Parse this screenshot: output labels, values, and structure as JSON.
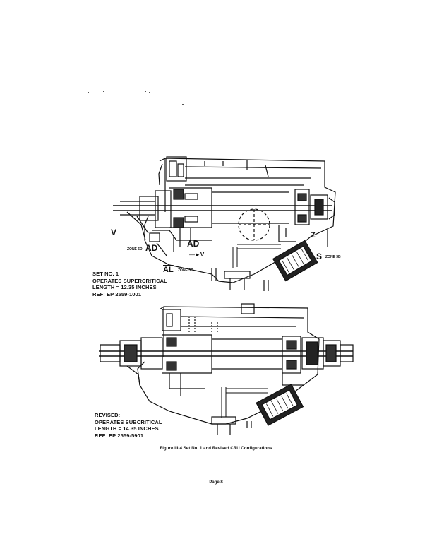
{
  "figure": {
    "caption": "Figure III-4 Set No. 1 and Revised CRU Configurations"
  },
  "page": {
    "number_label": "Page 8"
  },
  "top_drawing": {
    "labels": {
      "v_left": "V",
      "zone_6d": "ZONE 6D",
      "ad_left": "AD",
      "ad_mid": "AD",
      "v_arrow": "V",
      "z_right": "Z",
      "s_zone": "S",
      "zone_3b": "ZONE 3B",
      "al": "AL",
      "zone_3c": "ZONE 3C"
    },
    "notes": [
      "SET NO. 1",
      "OPERATES SUPERCRITICAL",
      "LENGTH = 12.35 INCHES",
      "REF: EP 2559-1001"
    ]
  },
  "bottom_drawing": {
    "notes": [
      "REVISED:",
      "OPERATES SUBCRITICAL",
      "LENGTH = 14.35 INCHES",
      "REF: EP 2559-5901"
    ]
  }
}
